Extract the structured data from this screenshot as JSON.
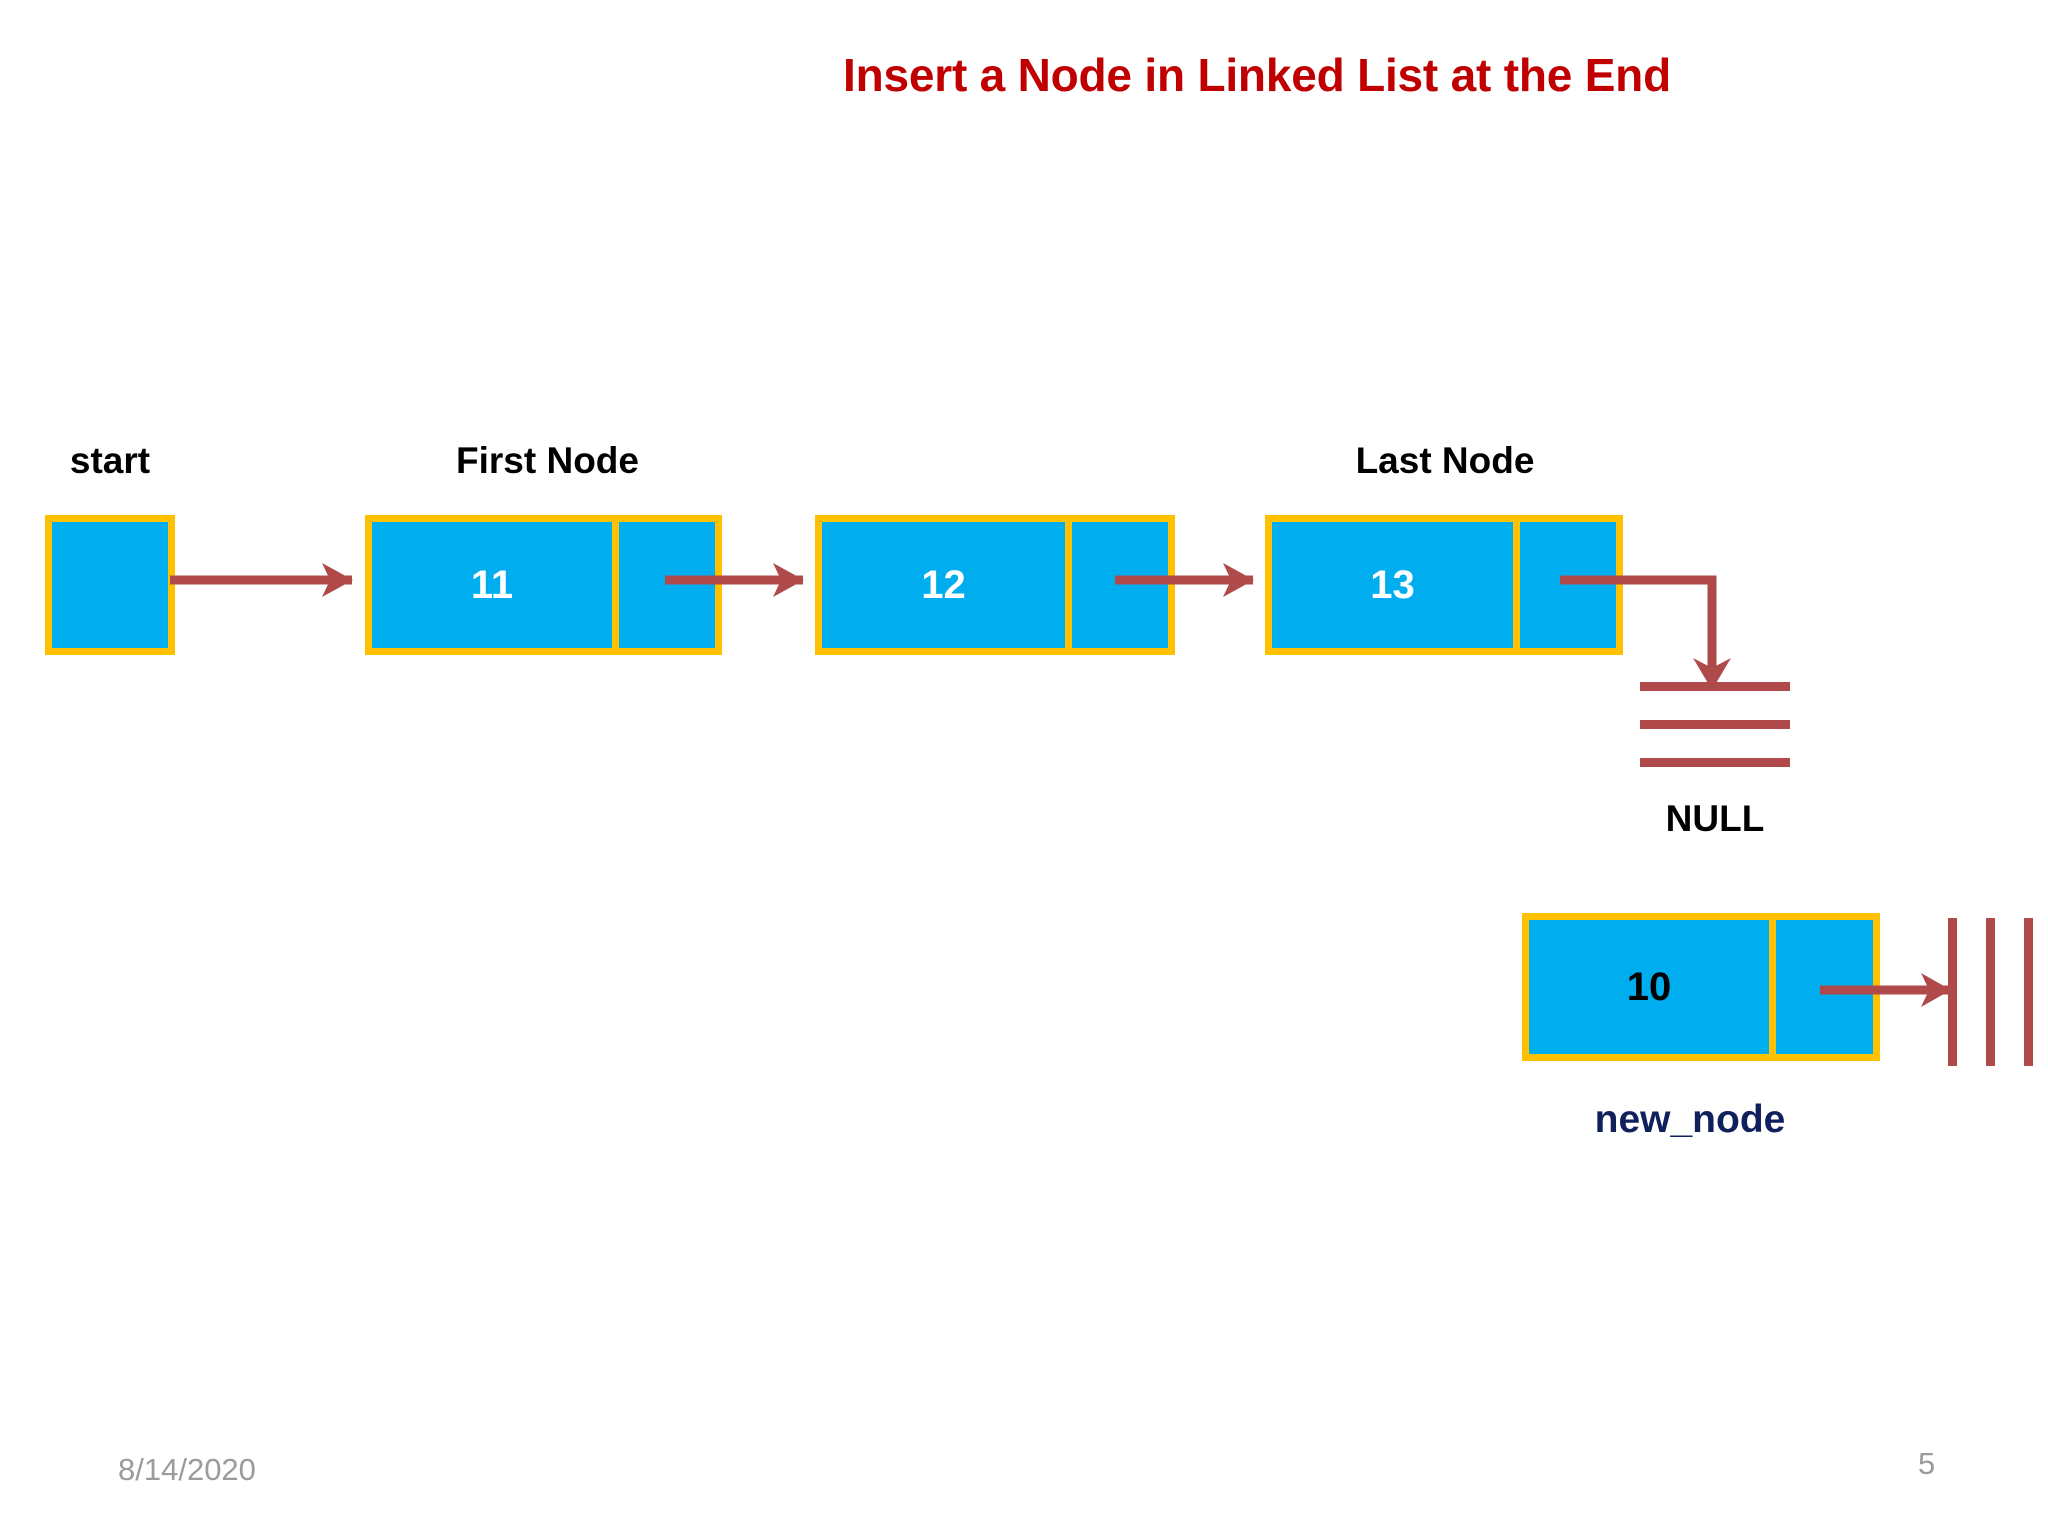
{
  "slide": {
    "title": "Insert a Node in Linked List at the End",
    "title_color": "#C00000",
    "background_color": "#FFFFFF",
    "page_number": "5",
    "date": "8/14/2020"
  },
  "theme": {
    "node_fill": "#00AEEF",
    "node_border": "#FFC000",
    "arrow_color": "#B04A4A",
    "value_text_color": "#FFFFFF",
    "new_node_value_color": "#000000",
    "label_color": "#000000",
    "new_node_label_color": "#10205C",
    "footer_color": "#9B9B9B"
  },
  "labels": {
    "start": "start",
    "first_node": "First Node",
    "last_node": "Last Node",
    "null": "NULL",
    "new_node": "new_node"
  },
  "list": {
    "nodes": [
      {
        "value": "11",
        "label": "First Node"
      },
      {
        "value": "12",
        "label": ""
      },
      {
        "value": "13",
        "label": "Last Node"
      }
    ]
  },
  "new_node": {
    "value": "10",
    "label": "new_node"
  },
  "icons": {
    "start_pointer_arrow": "arrow-right-icon",
    "next_pointer_arrow": "arrow-right-icon",
    "null_elbow_arrow": "arrow-elbow-down-icon",
    "null_ground": "ground-null-icon",
    "new_node_null_ground": "ground-null-vertical-icon"
  }
}
